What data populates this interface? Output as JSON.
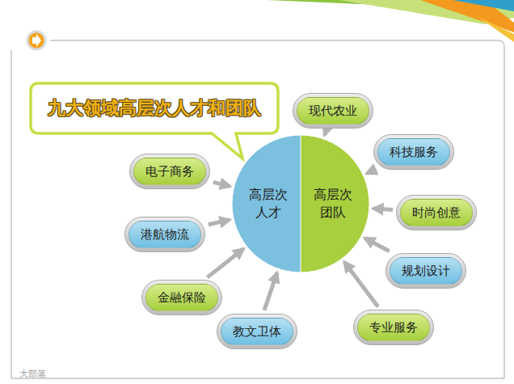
{
  "diagram": {
    "title": "九大领域高层次人才和团队",
    "nodes": [
      {
        "text": [
          "高层次人才"
        ]
      },
      {
        "text": [
          "高层次团队"
        ]
      },
      {
        "text": [
          "现代农业"
        ]
      },
      {
        "text": [
          "科技服务"
        ]
      },
      {
        "text": [
          "时尚创意"
        ]
      },
      {
        "text": [
          "规划设计"
        ]
      },
      {
        "text": [
          "专业服务"
        ]
      },
      {
        "text": [
          "教文卫体"
        ]
      },
      {
        "text": [
          "金融保险"
        ]
      },
      {
        "text": [
          "港航物流"
        ]
      },
      {
        "text": [
          "电子商务"
        ]
      }
    ],
    "edges": [
      {
        "from": 2,
        "to": 1,
        "arrow": "to"
      },
      {
        "from": 3,
        "to": 1,
        "arrow": "to"
      },
      {
        "from": 4,
        "to": 1,
        "arrow": "to"
      },
      {
        "from": 5,
        "to": 1,
        "arrow": "to"
      },
      {
        "from": 6,
        "to": 1,
        "arrow": "to"
      },
      {
        "from": 7,
        "to": 0,
        "arrow": "to"
      },
      {
        "from": 8,
        "to": 0,
        "arrow": "to"
      },
      {
        "from": 9,
        "to": 0,
        "arrow": "to"
      },
      {
        "from": 10,
        "to": 0,
        "arrow": "to"
      }
    ],
    "labels": [
      "大部落"
    ]
  }
}
